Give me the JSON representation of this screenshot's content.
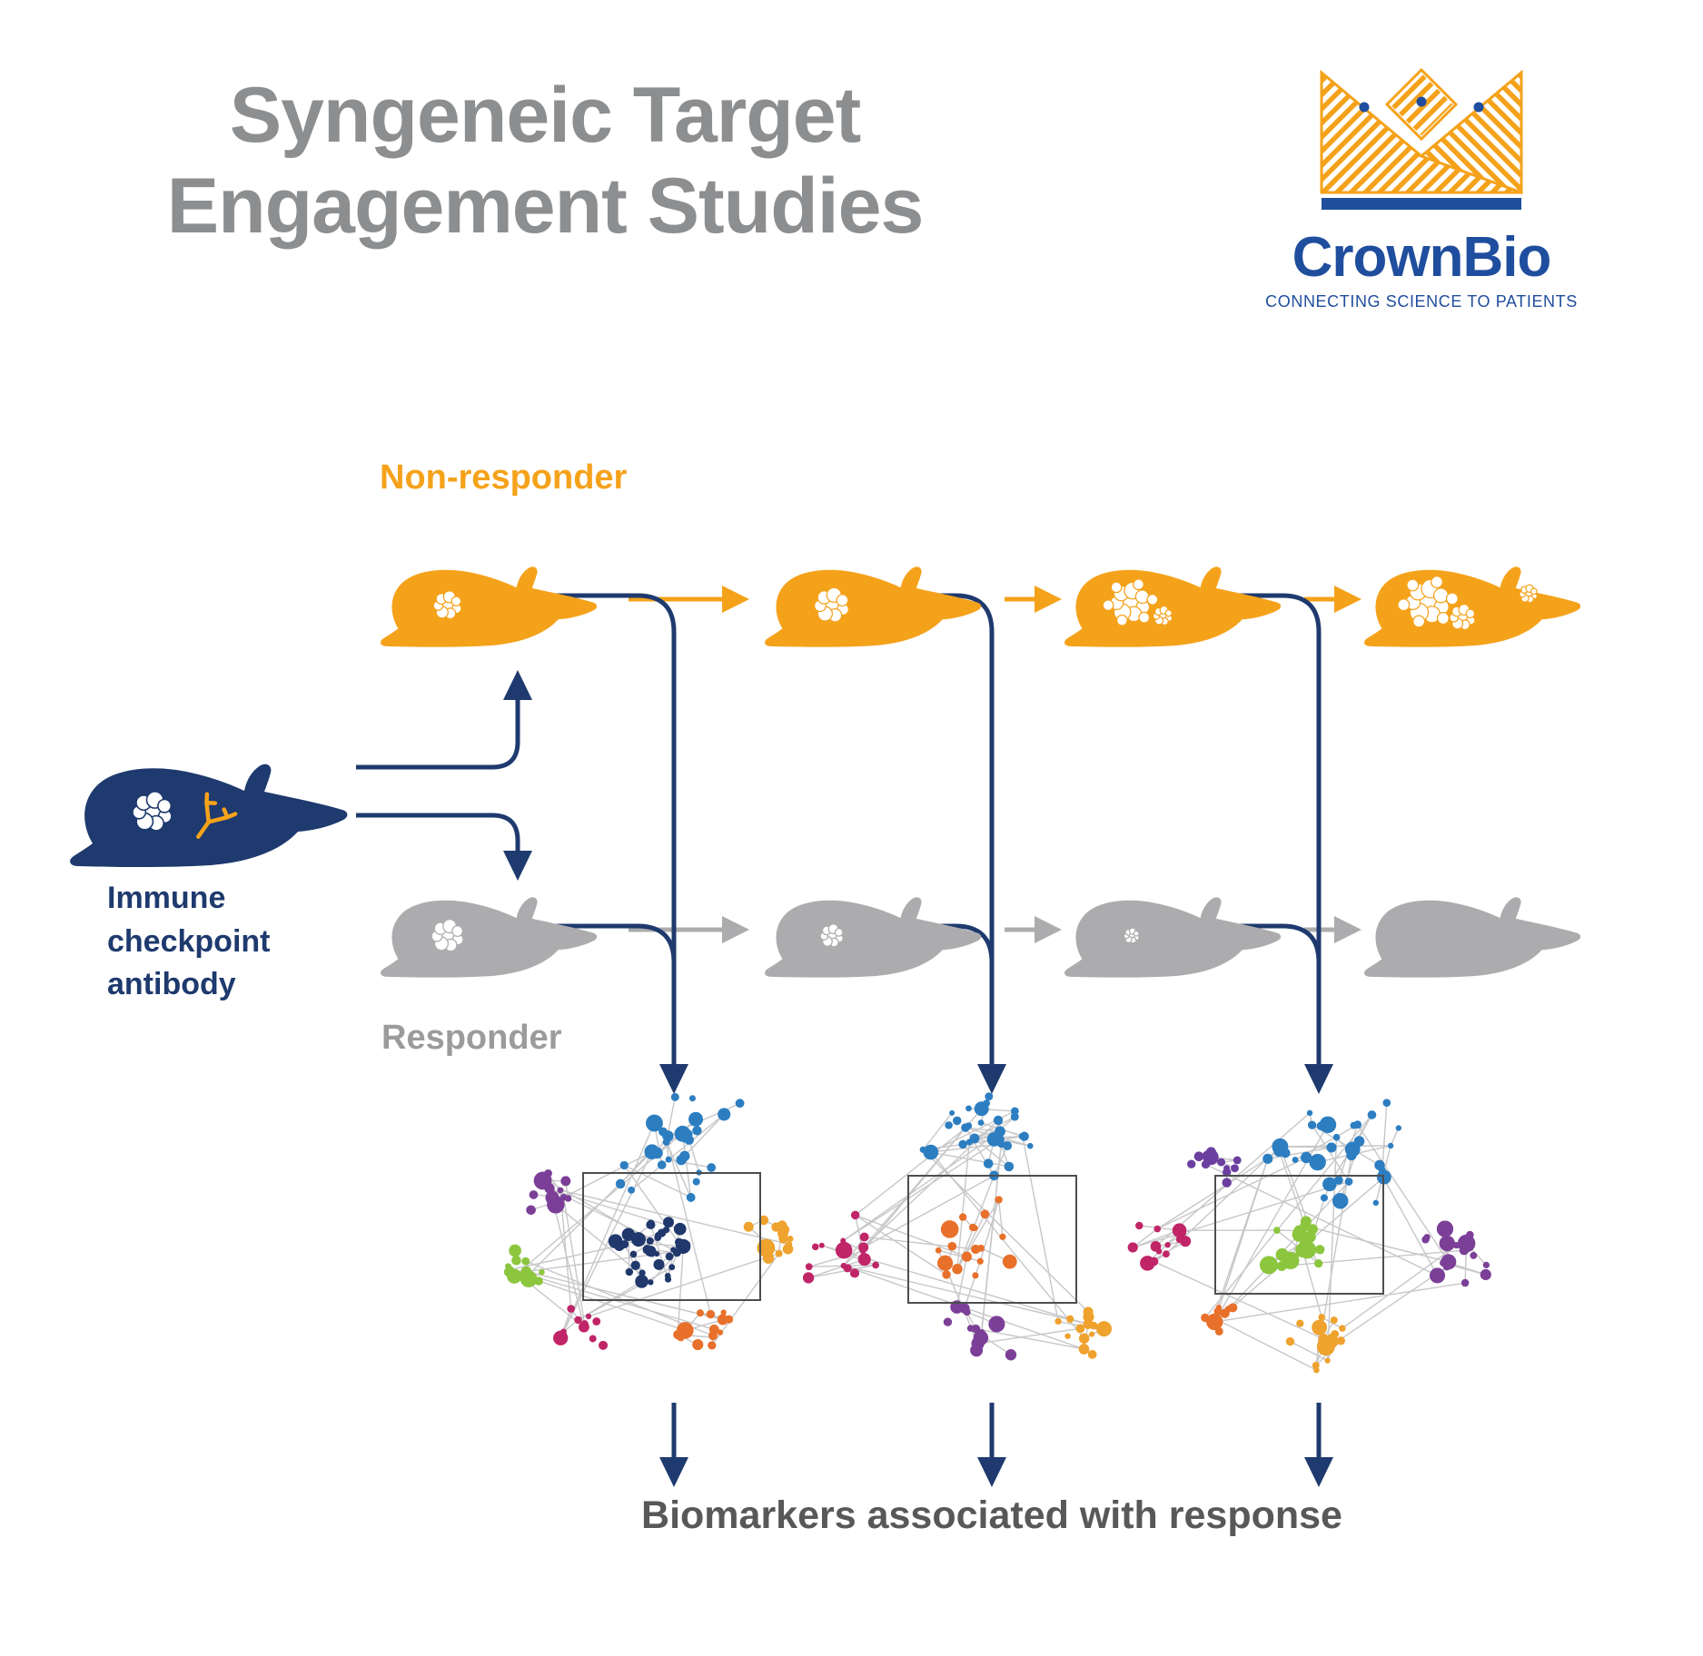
{
  "title": {
    "line1": "Syngeneic Target",
    "line2": "Engagement Studies"
  },
  "logo": {
    "brand": "CrownBio",
    "tagline": "CONNECTING SCIENCE TO PATIENTS"
  },
  "labels": {
    "non_responder": "Non-responder",
    "responder": "Responder",
    "immune_checkpoint_antibody": "Immune checkpoint antibody",
    "biomarkers": "Biomarkers associated with response"
  },
  "colors": {
    "orange": "#F5A21B",
    "grayMouse": "#ACACAE",
    "navy": "#1E3A6E",
    "titleGray": "#8C8E90",
    "logoBlue": "#1F4E9E",
    "labelGray": "#9B9B9B",
    "biomarkersText": "#57585A",
    "clusters": {
      "blue": "#2D7EC1",
      "navyDark": "#20386B",
      "purple": "#7C3F98",
      "violet": "#6B3FA0",
      "magenta": "#C02568",
      "orange": "#E8702A",
      "gold": "#EFA22D",
      "green": "#8CC63F"
    }
  }
}
